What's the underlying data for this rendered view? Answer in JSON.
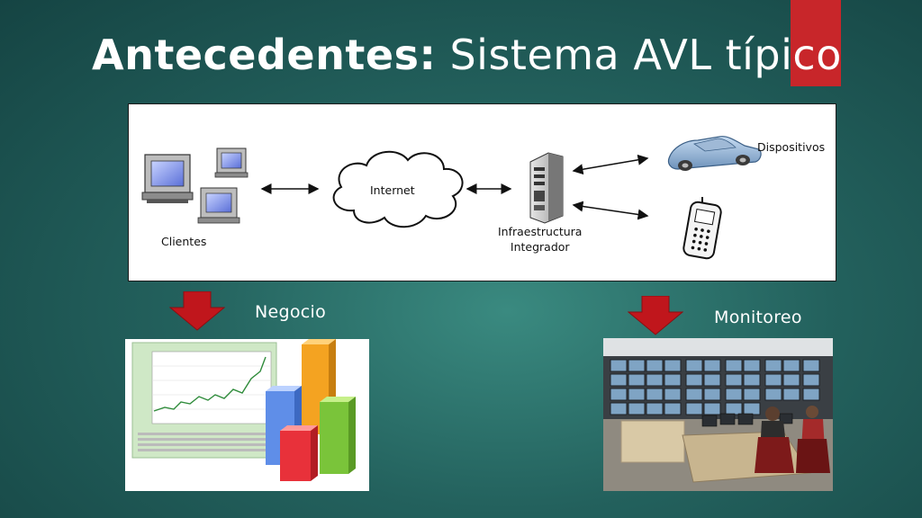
{
  "slide": {
    "title_bold": "Antecedentes:",
    "title_rest": "Sistema AVL típico",
    "accent_color": "#c8262a"
  },
  "diagram": {
    "nodes": {
      "clients": "Clientes",
      "internet": "Internet",
      "infra_line1": "Infraestructura",
      "infra_line2": "Integrador",
      "devices": "Dispositivos"
    },
    "icons": [
      "computer-icon",
      "cloud-icon",
      "server-icon",
      "car-icon",
      "cellphone-icon"
    ]
  },
  "sections": {
    "business": "Negocio",
    "monitoring": "Monitoreo"
  }
}
